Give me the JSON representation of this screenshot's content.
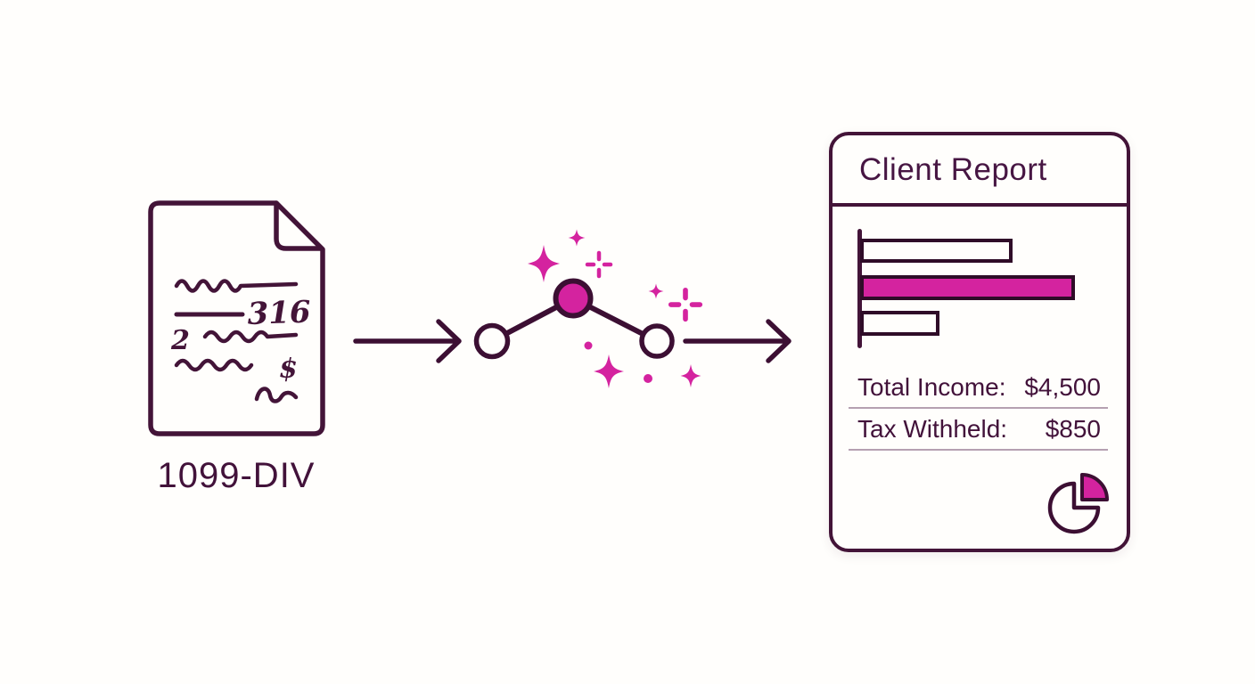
{
  "palette": {
    "outline_dark": "#431438",
    "magenta": "#d4239f",
    "text_dark": "#42123a",
    "thin_divider": "#b5a0b1",
    "background": "#fffefc"
  },
  "document": {
    "label": "1099-DIV",
    "scribbles": {
      "number": "316",
      "left_digit": "2",
      "currency_symbol": "$",
      "bottom_mark": ""
    }
  },
  "report": {
    "title": "Client Report",
    "rows": [
      {
        "label": "Total Income:",
        "value": "$4,500"
      },
      {
        "label": "Tax Withheld:",
        "value": "$850"
      }
    ],
    "chart_data": {
      "type": "bar",
      "orientation": "horizontal",
      "categories": [
        "bar-1",
        "bar-2",
        "bar-3"
      ],
      "values_pct": [
        71,
        100,
        37
      ],
      "highlight_index": 1,
      "highlight_color": "#d4239f",
      "bar_outline": "#2f0c28",
      "axis": "left-vertical",
      "grid": false,
      "legend": false
    }
  }
}
